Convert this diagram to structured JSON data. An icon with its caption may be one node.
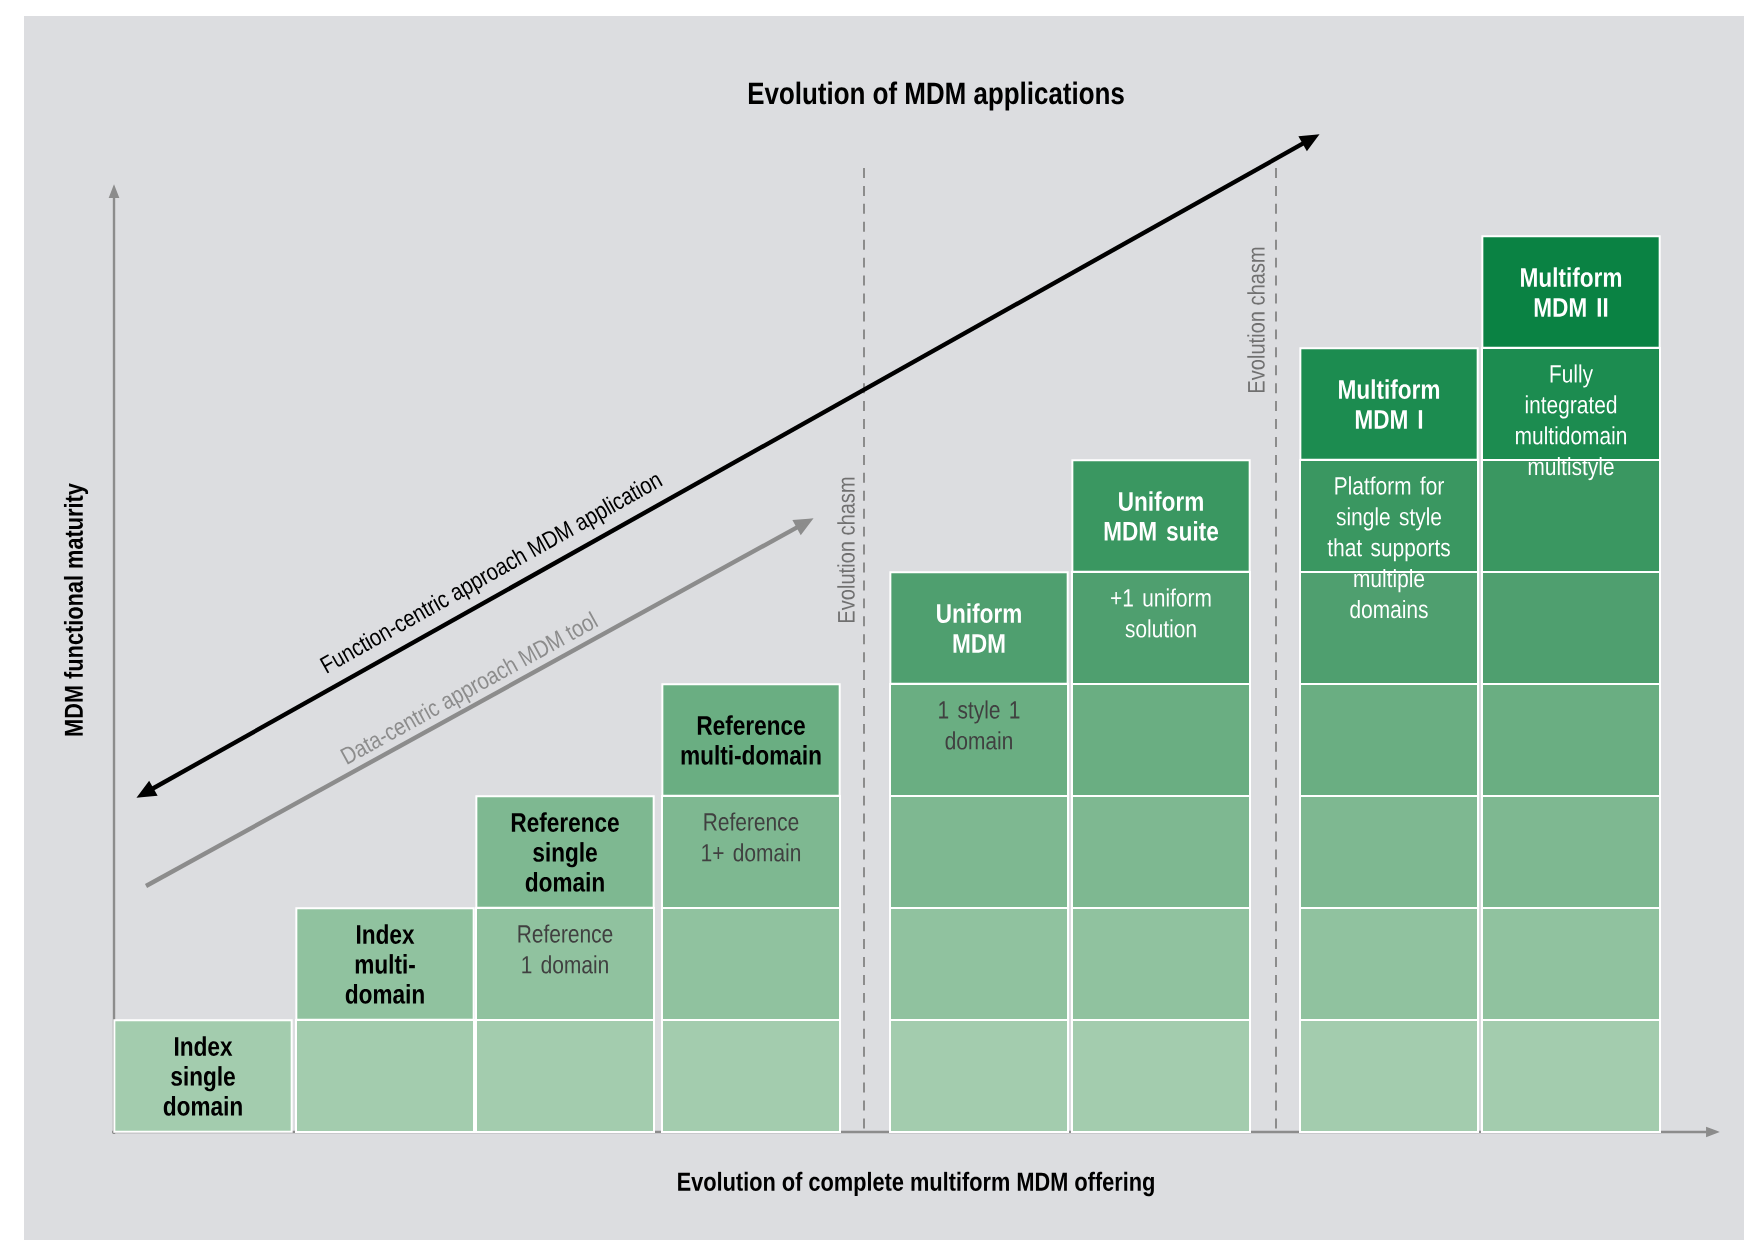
{
  "diagram": {
    "title": "Evolution of MDM applications",
    "nodes": [
      {
        "text": [
          "Index single domain"
        ]
      },
      {
        "text": [
          "Index multi-domain"
        ]
      },
      {
        "text": [
          "Reference single domain",
          "Reference 1 domain"
        ]
      },
      {
        "text": [
          "Reference multi-domain",
          "Reference 1+ domain"
        ]
      },
      {
        "text": [
          "Uniform MDM",
          "1 style 1 domain"
        ]
      },
      {
        "text": [
          "Uniform MDM suite",
          "+1 uniform solution"
        ]
      },
      {
        "text": [
          "Multiform MDM I",
          "Platform for single style that supports multiple domains"
        ]
      },
      {
        "text": [
          "Multiform MDM II",
          "Fully integrated multidomain multistyle"
        ]
      }
    ],
    "labels": [
      "Function-centric approach MDM application",
      "Data-centric approach MDM tool",
      "Evolution chasm",
      "Evolution chasm",
      "MDM functional maturity",
      "Evolution of complete multiform MDM offering"
    ]
  }
}
